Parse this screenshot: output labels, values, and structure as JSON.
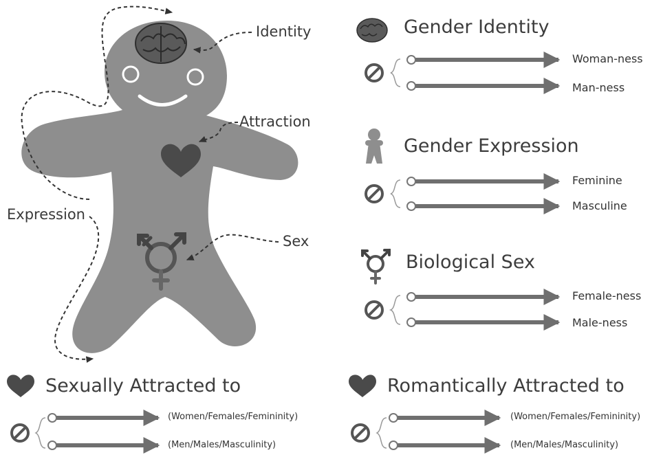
{
  "figure": {
    "labels": {
      "identity": "Identity",
      "attraction": "Attraction",
      "expression": "Expression",
      "sex": "Sex"
    }
  },
  "sections": {
    "gender_identity": {
      "title": "Gender Identity",
      "ends": [
        "Woman-ness",
        "Man-ness"
      ]
    },
    "gender_expression": {
      "title": "Gender Expression",
      "ends": [
        "Feminine",
        "Masculine"
      ]
    },
    "biological_sex": {
      "title": "Biological Sex",
      "ends": [
        "Female-ness",
        "Male-ness"
      ]
    },
    "sexually_attracted": {
      "title": "Sexually Attracted to",
      "ends": [
        "(Women/Females/Femininity)",
        "(Men/Males/Masculinity)"
      ]
    },
    "romantically_attracted": {
      "title": "Romantically Attracted to",
      "ends": [
        "(Women/Females/Femininity)",
        "(Men/Males/Masculinity)"
      ]
    }
  },
  "icons": {
    "section_icons": [
      "brain-icon",
      "gingerbread-icon",
      "transgender-symbol-icon",
      "heart-icon",
      "heart-icon"
    ],
    "none_symbol": "null-circle-icon"
  },
  "colors": {
    "body": "#8e8e8e",
    "arrow": "#6f6f6f",
    "heart": "#4a4a4a",
    "text": "#3a3a3a"
  }
}
